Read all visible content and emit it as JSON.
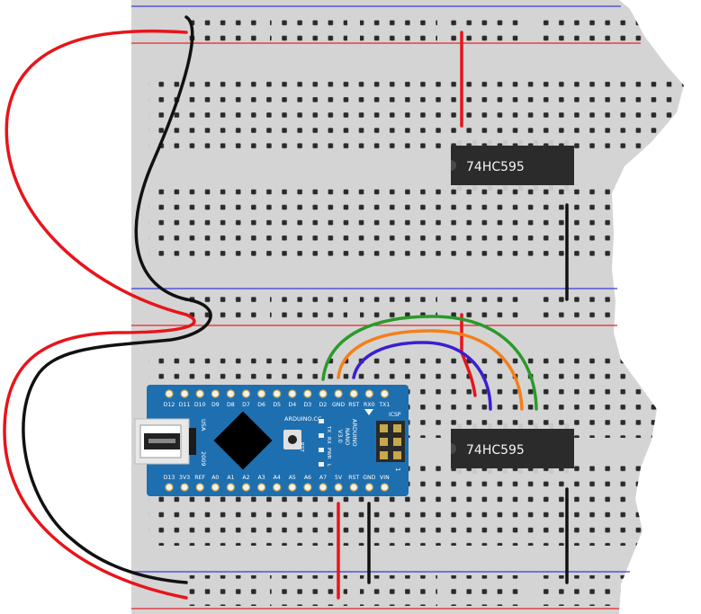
{
  "chips": [
    {
      "label": "74HC595"
    },
    {
      "label": "74HC595"
    }
  ],
  "arduino": {
    "top_pins": [
      "D12",
      "D11",
      "D10",
      "D9",
      "D8",
      "D7",
      "D6",
      "D5",
      "D4",
      "D3",
      "D2",
      "GND",
      "RST",
      "RX0",
      "TX1"
    ],
    "bottom_pins": [
      "D13",
      "3V3",
      "REF",
      "A0",
      "A1",
      "A2",
      "A3",
      "A4",
      "A5",
      "A6",
      "A7",
      "5V",
      "RST",
      "GND",
      "VIN"
    ],
    "site": "ARDUINO.CC",
    "model_line1": "ARDUINO",
    "model_line2": "NANO",
    "model_line3": "V3.0",
    "usa": "USA",
    "year": "2009",
    "rst": "RST",
    "tx": "TX",
    "rx": "RX",
    "pwr": "PWR",
    "l": "L",
    "icsp": "ICSP",
    "icsp_one": "1"
  },
  "colors": {
    "board": "#d4d4d4",
    "hole": "#2a2a2a",
    "rail_red": "#e8242b",
    "rail_blue": "#3b3bd8",
    "wire_red": "#e8141b",
    "wire_black": "#111111",
    "wire_green": "#2a9a2a",
    "wire_orange": "#f57f17",
    "wire_purple": "#3a1fd0",
    "chip": "#2b2b2b",
    "chip_text": "#f5f5f5",
    "nano_blue": "#1e6fb0"
  }
}
